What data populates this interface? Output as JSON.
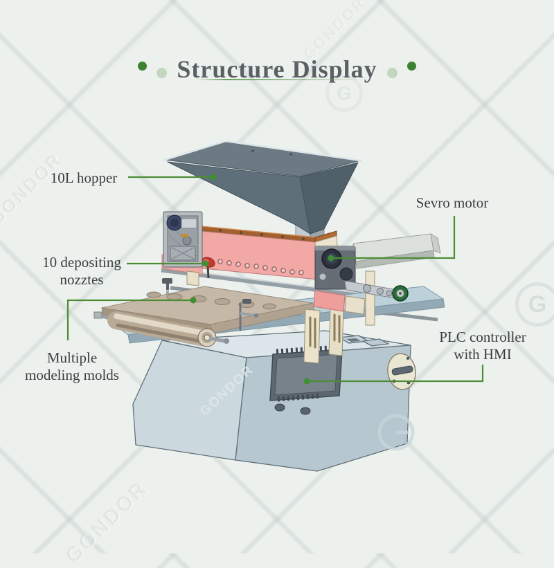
{
  "title": {
    "text": "Structure Display"
  },
  "labels": {
    "hopper": "10L hopper",
    "servo": "Sevro motor",
    "nozzles": "10 depositing nozztes",
    "molds": "Multiple modeling molds",
    "plc": "PLC controller with HMI"
  },
  "watermark": {
    "text": "GONDOR",
    "letter": "G"
  },
  "colors": {
    "leader_green": "#4d8c35",
    "accent_dark_green": "#3f8032",
    "accent_light_green": "#c3d7be",
    "title_gray": "#5b6064",
    "hopper_gray": "#5f6f79",
    "head_pink": "#f2a8a5",
    "cabinet_blue": "#c3d2da"
  }
}
